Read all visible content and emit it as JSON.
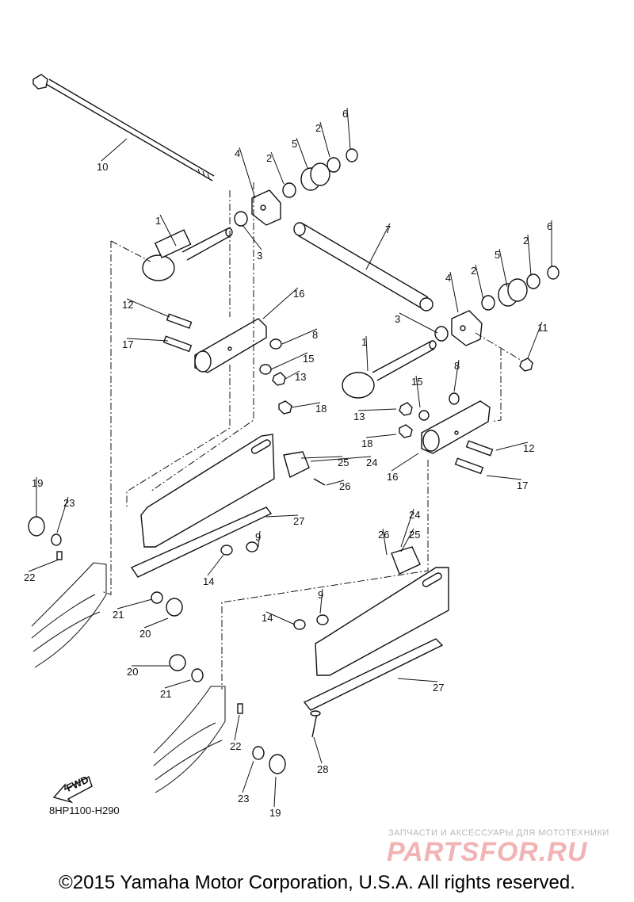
{
  "diagram": {
    "code": "8HP1100-H290",
    "fwd_label": "FWD",
    "callouts": [
      {
        "n": "10"
      },
      {
        "n": "4"
      },
      {
        "n": "2"
      },
      {
        "n": "5"
      },
      {
        "n": "2"
      },
      {
        "n": "6"
      },
      {
        "n": "1"
      },
      {
        "n": "3"
      },
      {
        "n": "7"
      },
      {
        "n": "16"
      },
      {
        "n": "12"
      },
      {
        "n": "17"
      },
      {
        "n": "8"
      },
      {
        "n": "15"
      },
      {
        "n": "13"
      },
      {
        "n": "18"
      },
      {
        "n": "4"
      },
      {
        "n": "2"
      },
      {
        "n": "5"
      },
      {
        "n": "2"
      },
      {
        "n": "6"
      },
      {
        "n": "3"
      },
      {
        "n": "11"
      },
      {
        "n": "1"
      },
      {
        "n": "8"
      },
      {
        "n": "15"
      },
      {
        "n": "13"
      },
      {
        "n": "18"
      },
      {
        "n": "16"
      },
      {
        "n": "12"
      },
      {
        "n": "17"
      },
      {
        "n": "25"
      },
      {
        "n": "24"
      },
      {
        "n": "26"
      },
      {
        "n": "27"
      },
      {
        "n": "9"
      },
      {
        "n": "14"
      },
      {
        "n": "19"
      },
      {
        "n": "23"
      },
      {
        "n": "22"
      },
      {
        "n": "21"
      },
      {
        "n": "20"
      },
      {
        "n": "24"
      },
      {
        "n": "25"
      },
      {
        "n": "26"
      },
      {
        "n": "9"
      },
      {
        "n": "14"
      },
      {
        "n": "27"
      },
      {
        "n": "20"
      },
      {
        "n": "21"
      },
      {
        "n": "22"
      },
      {
        "n": "28"
      },
      {
        "n": "23"
      },
      {
        "n": "19"
      }
    ]
  },
  "watermark": {
    "tagline": "ЗАПЧАСТИ И АКСЕССУАРЫ ДЛЯ МОТОТЕХНИКИ",
    "logo": "PARTSFOR.RU"
  },
  "footer": {
    "copyright": "©2015 Yamaha Motor Corporation, U.S.A. All rights reserved."
  }
}
